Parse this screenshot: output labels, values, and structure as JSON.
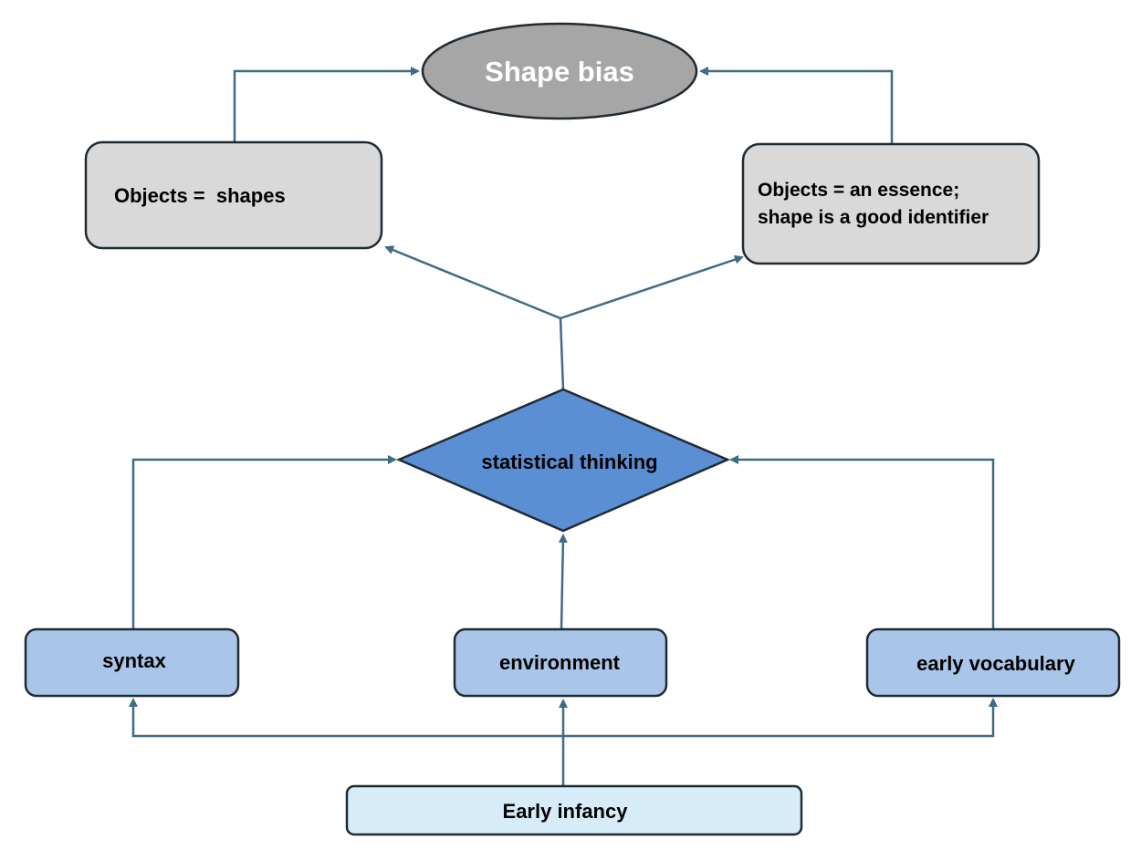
{
  "diagram": {
    "nodes": {
      "shape_bias": {
        "label": "Shape bias"
      },
      "objects_shapes": {
        "label": "Objects =  shapes"
      },
      "objects_essence": {
        "line1": "Objects = an essence;",
        "line2": "shape is a good identifier"
      },
      "statistical_thinking": {
        "label": "statistical thinking"
      },
      "syntax": {
        "label": "syntax"
      },
      "environment": {
        "label": "environment"
      },
      "early_vocabulary": {
        "label": "early vocabulary"
      },
      "early_infancy": {
        "label": "Early infancy"
      }
    },
    "colors": {
      "connector": "#3f6b86",
      "node_border": "#1f2a33",
      "shape_bias_fill": "#a6a6a6",
      "shape_bias_text": "#ffffff",
      "gray_box_fill": "#d9d9d9",
      "blue_box_fill": "#a9c6e8",
      "diamond_fill": "#5b8fd4",
      "infancy_fill": "#d6ecf8"
    }
  }
}
